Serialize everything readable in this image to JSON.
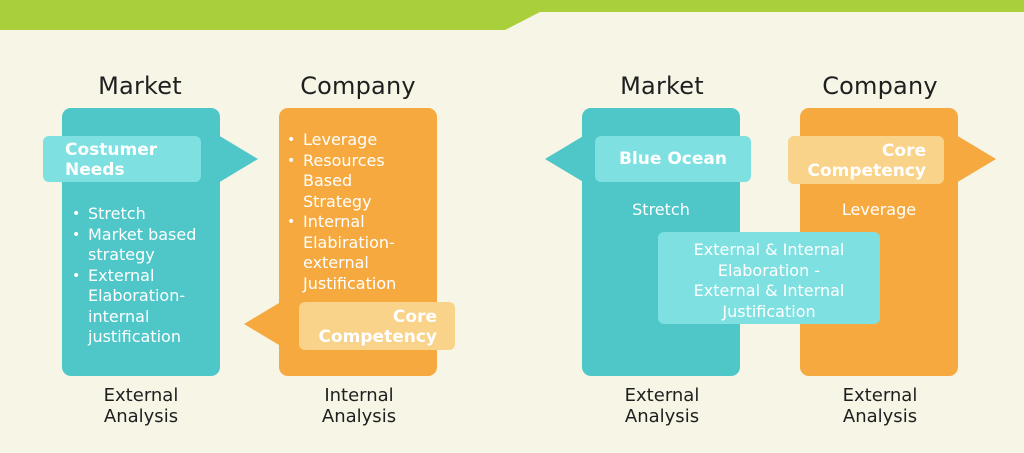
{
  "colors": {
    "teal": "#4fc6c8",
    "teal_light": "#7fe0e2",
    "orange": "#f5a93f",
    "orange_light": "#f9d389",
    "green_bar": "#a9cf3a",
    "background": "#f6f5e6"
  },
  "left": {
    "market": {
      "heading": "Market",
      "callout": "Costumer\nNeeds",
      "bullets": [
        "Stretch",
        "Market based\nstrategy",
        "External\nElaboration-\ninternal\njustification"
      ],
      "analysis": "External\nAnalysis"
    },
    "company": {
      "heading": "Company",
      "bullets": [
        "Leverage",
        "Resources\nBased\nStrategy",
        "Internal\nElabiration-\nexternal\nJustification"
      ],
      "callout": "Core\nCompetency",
      "analysis": "Internal\nAnalysis"
    }
  },
  "right": {
    "market": {
      "heading": "Market",
      "callout": "Blue Ocean",
      "label": "Stretch",
      "analysis": "External\nAnalysis"
    },
    "company": {
      "heading": "Company",
      "callout": "Core\nCompetency",
      "label": "Leverage",
      "analysis": "External\nAnalysis"
    },
    "shared_box": "External & Internal\nElaboration -\nExternal & Internal\nJustification"
  }
}
